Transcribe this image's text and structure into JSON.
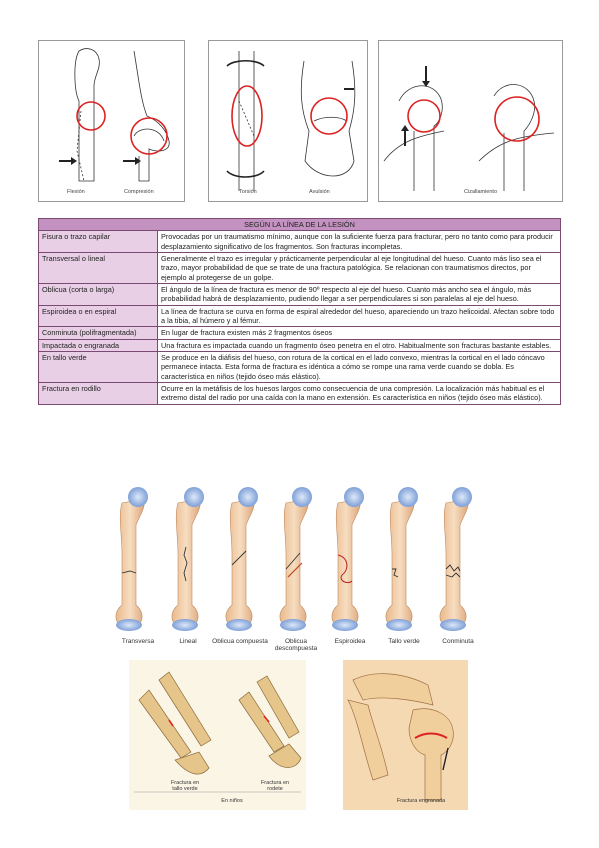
{
  "top_figures": {
    "panel1": [
      "Flexión",
      "Compresión"
    ],
    "panel2": [
      "Torsión",
      "Avulsión"
    ],
    "panel3": [
      "Cizallamiento"
    ]
  },
  "table": {
    "header": "SEGÚN LA LÍNEA DE LA LESIÓN",
    "rows": [
      {
        "name": "Fisura o trazo capilar",
        "desc": "Provocadas por un traumatismo mínimo, aunque con la suficiente fuerza para fracturar, pero no tanto como para producir desplazamiento significativo de los fragmentos. Son fracturas incompletas."
      },
      {
        "name": "Transversal o lineal",
        "desc": "Generalmente el trazo es irregular y prácticamente perpendicular al eje longitudinal del hueso. Cuanto más liso sea el trazo, mayor probabilidad de que se trate de una fractura patológica. Se relacionan con traumatismos directos, por ejemplo al protegerse de un golpe."
      },
      {
        "name": "Oblicua (corta o larga)",
        "desc": "El ángulo de la línea de fractura es menor de 90º respecto al eje del hueso. Cuanto más ancho sea el ángulo, más probabilidad habrá de desplazamiento, pudiendo llegar a ser perpendiculares si son paralelas al eje del hueso."
      },
      {
        "name": "Espiroidea o en espiral",
        "desc": "La línea de fractura se curva en forma de espiral alrededor del hueso, apareciendo un trazo helicoidal. Afectan sobre todo a la tibia, al húmero y al fémur."
      },
      {
        "name": "Conminuta (polifragmentada)",
        "desc": "En lugar de fractura existen más 2 fragmentos óseos"
      },
      {
        "name": "Impactada o engranada",
        "desc": "Una fractura es impactada cuando un fragmento óseo penetra en el otro. Habitualmente son fracturas bastante estables."
      },
      {
        "name": "En tallo verde",
        "desc": "Se produce en la diáfisis del hueso, con rotura de la cortical en el lado convexo, mientras la cortical en el lado cóncavo permanece intacta. Esta forma de fractura es idéntica a cómo se rompe una rama verde cuando se dobla. Es característica en niños (tejido óseo más elástico)."
      },
      {
        "name": "Fractura en rodillo",
        "desc": "Ocurre en la metáfisis de los huesos largos como consecuencia de una compresión. La localización más habitual es el extremo distal del radio por una caída con la mano en extensión. Es característica en niños (tejido óseo más elástico)."
      }
    ]
  },
  "bones": {
    "labels": [
      "Transversa",
      "Lineal",
      "Oblicua compuesta",
      "Oblicua descompuesta",
      "Espiroidea",
      "Tallo verde",
      "Conminuta"
    ]
  },
  "bottom": {
    "left_captions": [
      "Fractura en tallo verde",
      "Fractura en rodete",
      "En niños"
    ],
    "right_caption": "Fractura engranada"
  }
}
